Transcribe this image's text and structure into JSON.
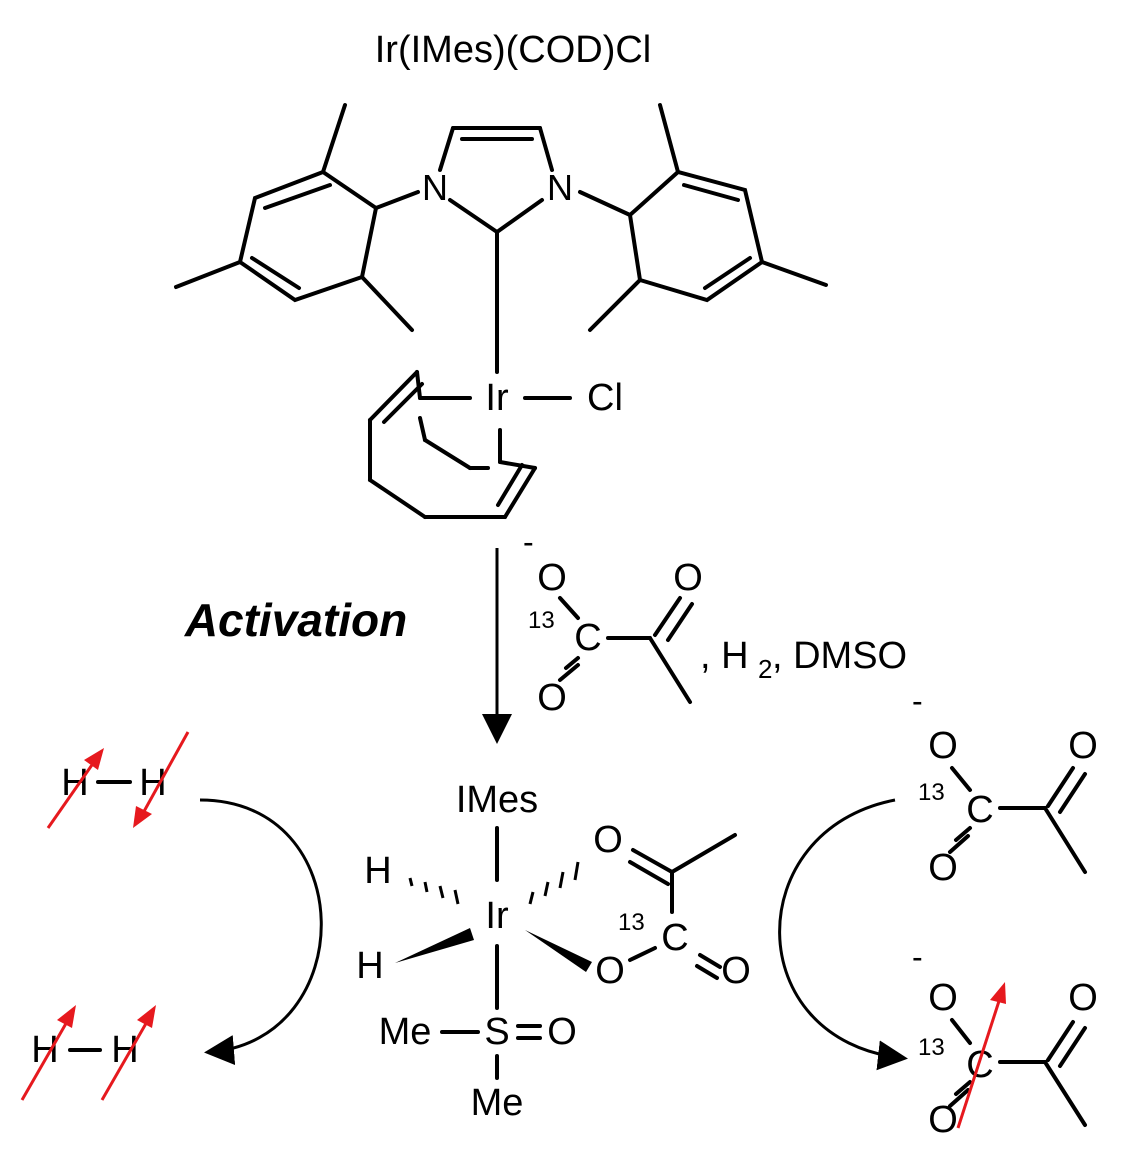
{
  "title": "Ir(IMes)(COD)Cl",
  "activation_label": "Activation",
  "reagents_suffix": ", H",
  "reagents_h2_sub": "2",
  "reagents_tail": ", DMSO",
  "atoms": {
    "N": "N",
    "Ir": "Ir",
    "Cl": "Cl",
    "O": "O",
    "C": "C",
    "H": "H",
    "S": "S",
    "Me": "Me",
    "IMes": "IMes",
    "iso13": "13",
    "minus": "-",
    "bond_dash": "–",
    "eq": "="
  },
  "colors": {
    "spin_arrow": "#e6191e",
    "ink": "#000000"
  }
}
